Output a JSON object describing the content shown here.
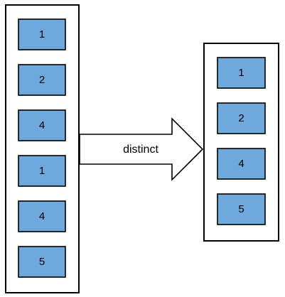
{
  "source_list": {
    "items": [
      "1",
      "2",
      "4",
      "1",
      "4",
      "5"
    ]
  },
  "result_list": {
    "items": [
      "1",
      "2",
      "4",
      "5"
    ]
  },
  "operation": {
    "label": "distinct"
  },
  "colors": {
    "item_fill": "#6fa8dc",
    "stroke": "#000000",
    "background": "#ffffff"
  }
}
